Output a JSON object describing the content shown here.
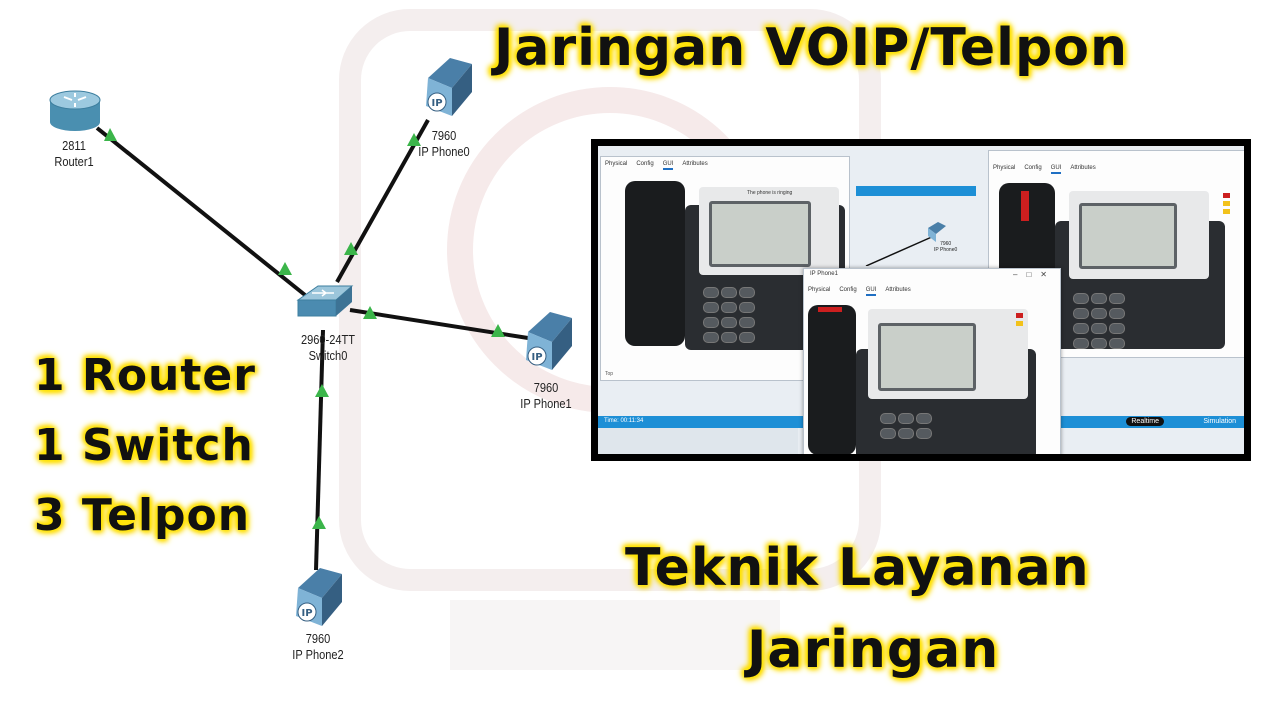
{
  "title": "Jaringan VOIP/Telpon",
  "counts": [
    "1 Router",
    "1 Switch",
    "3 Telpon"
  ],
  "subtitle": [
    "Teknik Layanan",
    "Jaringan"
  ],
  "devices": {
    "router": {
      "model": "2811",
      "name": "Router1",
      "icon": "router-icon"
    },
    "switch": {
      "model": "2960-24TT",
      "name": "Switch0",
      "icon": "switch-icon"
    },
    "phone0": {
      "model": "7960",
      "name": "IP Phone0",
      "icon": "ip-phone-icon"
    },
    "phone1": {
      "model": "7960",
      "name": "IP Phone1",
      "icon": "ip-phone-icon"
    },
    "phone2": {
      "model": "7960",
      "name": "IP Phone2",
      "icon": "ip-phone-icon"
    }
  },
  "phone_badge": "IP",
  "screenshot": {
    "tabs": [
      "Physical",
      "Config",
      "GUI",
      "Attributes"
    ],
    "ringing": "The phone is ringing",
    "window_title": "IP Phone1",
    "mini_phone": {
      "model": "7960",
      "name": "IP Phone0"
    },
    "realtime": "Realtime",
    "simulation": "Simulation",
    "time": "Time: 00:11:34",
    "top": "Top"
  },
  "colors": {
    "link": "#111111",
    "port": "#3bb54a",
    "highlight": "#ffe600",
    "accent": "#1d8fd6"
  }
}
